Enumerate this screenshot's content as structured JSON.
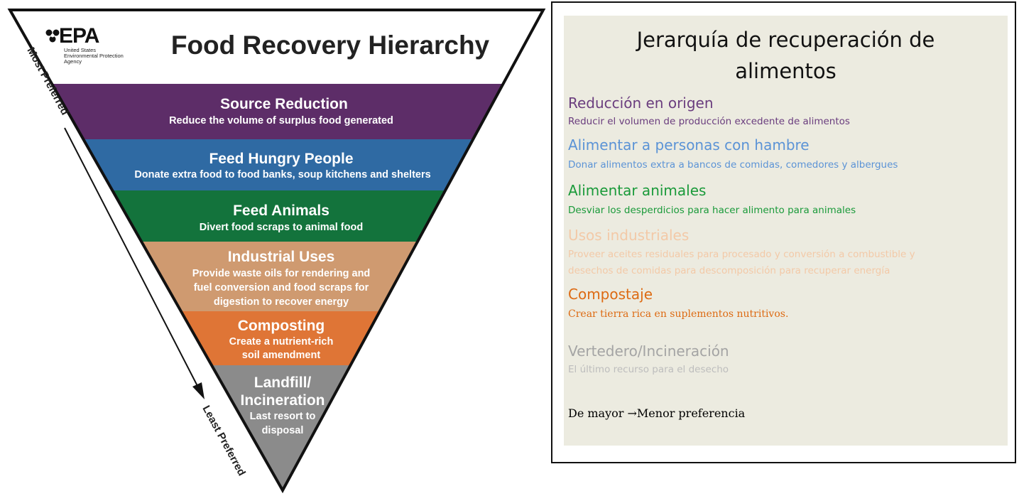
{
  "colors": {
    "source_reduction": "#5d2d68",
    "feed_hungry": "#2f6aa3",
    "feed_animals": "#13733c",
    "industrial": "#cf9a70",
    "composting": "#df7536",
    "landfill": "#8b8b8b",
    "es_source": "#6a3d7e",
    "es_hungry": "#5b93d6",
    "es_animals": "#1a9a3a",
    "es_industrial": "#f3c9a7",
    "es_composting": "#dd6a12",
    "es_landfill": "#a4a4a4",
    "es_landfill_desc": "#bdbdbd"
  },
  "pyramid": {
    "agency": {
      "logo": "EPA",
      "line1": "United States",
      "line2": "Environmental Protection",
      "line3": "Agency"
    },
    "title": "Food Recovery Hierarchy",
    "side_top": "Most Preferred",
    "side_bottom": "Least Preferred",
    "levels": {
      "source_reduction": {
        "title": "Source Reduction",
        "desc": "Reduce the volume of surplus food generated"
      },
      "feed_hungry": {
        "title": "Feed Hungry People",
        "desc": "Donate extra food to food banks, soup kitchens and shelters"
      },
      "feed_animals": {
        "title": "Feed Animals",
        "desc": "Divert food scraps to animal food"
      },
      "industrial": {
        "title": "Industrial Uses",
        "desc1": "Provide waste oils for rendering and",
        "desc2": "fuel conversion and food scraps for",
        "desc3": "digestion to recover energy"
      },
      "composting": {
        "title": "Composting",
        "desc1": "Create a nutrient-rich",
        "desc2": "soil amendment"
      },
      "landfill": {
        "title1": "Landfill/",
        "title2": "Incineration",
        "desc1": "Last resort to",
        "desc2": "disposal"
      }
    }
  },
  "spanish": {
    "title1": "Jerarquía de recuperación de",
    "title2": "alimentos",
    "items": {
      "source_reduction": {
        "head": "Reducción en origen",
        "desc": "Reducir el volumen de producción excedente de alimentos"
      },
      "feed_hungry": {
        "head": "Alimentar a personas con hambre",
        "desc": "Donar alimentos extra a bancos de comidas, comedores y albergues"
      },
      "feed_animals": {
        "head": "Alimentar animales",
        "desc": "Desviar los desperdicios para hacer alimento para animales"
      },
      "industrial": {
        "head": "Usos industriales",
        "desc1": "Proveer aceites residuales para procesado y conversión a combustible y",
        "desc2": "desechos de comidas para descomposición para recuperar energía"
      },
      "composting": {
        "head": "Compostaje",
        "desc": "Crear tierra rica en suplementos nutritivos."
      },
      "landfill": {
        "head": "Vertedero/Incineración",
        "desc": "El último recurso para el desecho"
      }
    },
    "footer": "De mayor →Menor preferencia"
  }
}
